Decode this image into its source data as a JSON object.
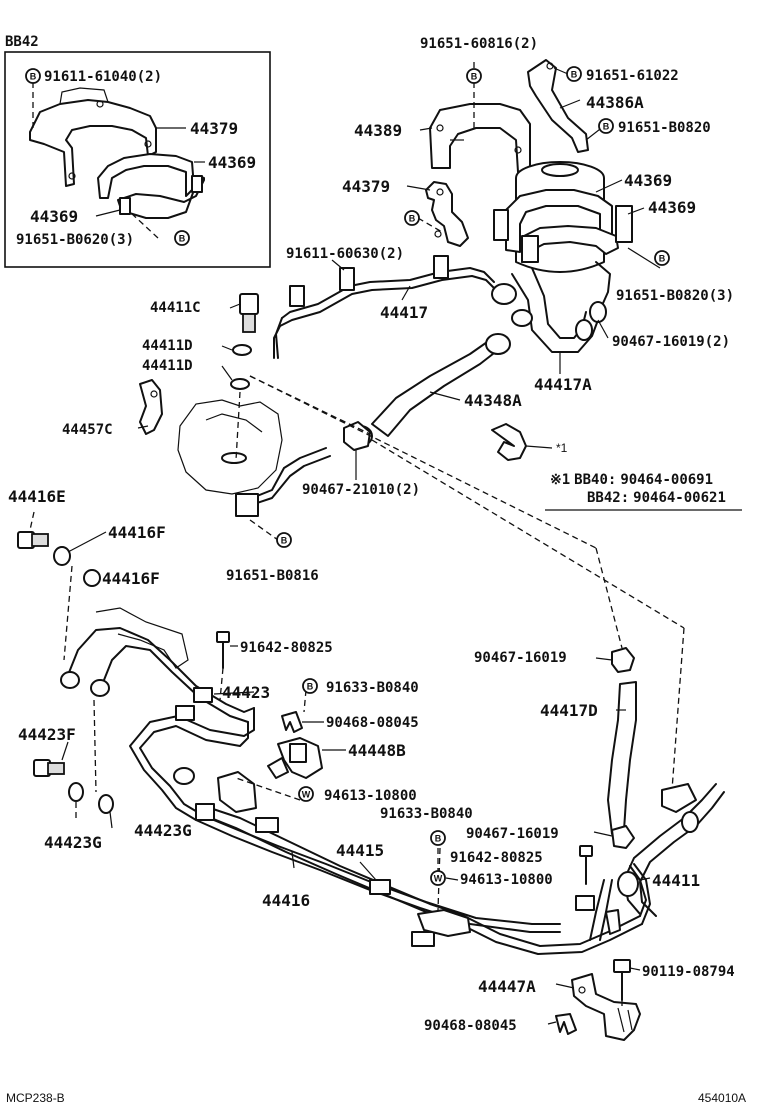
{
  "diagram": {
    "inset_title": "BB42",
    "footer_left": "MCP238-B",
    "footer_right": "454010A",
    "note_mark": "※1",
    "note_line1_model": "BB40:",
    "note_line1_part": "90464-00691",
    "note_line2_model": "BB42:",
    "note_line2_part": "90464-00621",
    "note_ref": "*1",
    "symbol_b": "B",
    "symbol_w": "W",
    "labels": {
      "i_91611_61040": "91611-61040(2)",
      "i_44379": "44379",
      "i_44369a": "44369",
      "i_44369b": "44369",
      "i_91651_B0620": "91651-B0620(3)",
      "p_91651_60816": "91651-60816(2)",
      "p_91651_61022": "91651-61022",
      "p_44386A": "44386A",
      "p_91651_B0820a": "91651-B0820",
      "p_44389": "44389",
      "p_44379": "44379",
      "p_44369a": "44369",
      "p_44369b": "44369",
      "p_91611_60630": "91611-60630(2)",
      "p_91651_B0820b": "91651-B0820(3)",
      "p_44411C": "44411C",
      "p_44417": "44417",
      "p_90467_16019a": "90467-16019(2)",
      "p_44411Da": "44411D",
      "p_44411Db": "44411D",
      "p_44417A": "44417A",
      "p_44348A": "44348A",
      "p_44457C": "44457C",
      "p_90467_21010": "90467-21010(2)",
      "p_44416E": "44416E",
      "p_44416Fa": "44416F",
      "p_44416Fb": "44416F",
      "p_91651_B0816": "91651-B0816",
      "p_91642_80825a": "91642-80825",
      "p_90467_16019b": "90467-16019",
      "p_44423": "44423",
      "p_91633_B0840a": "91633-B0840",
      "p_44417D": "44417D",
      "p_90468_08045a": "90468-08045",
      "p_44423F": "44423F",
      "p_44448B": "44448B",
      "p_94613_10800a": "94613-10800",
      "p_91633_B0840b": "91633-B0840",
      "p_44423G_a": "44423G",
      "p_44423G_b": "44423G",
      "p_90467_16019c": "90467-16019",
      "p_44415": "44415",
      "p_91642_80825b": "91642-80825",
      "p_44411": "44411",
      "p_94613_10800b": "94613-10800",
      "p_44416": "44416",
      "p_90119_08794": "90119-08794",
      "p_44447A": "44447A",
      "p_90468_08045b": "90468-08045"
    }
  }
}
